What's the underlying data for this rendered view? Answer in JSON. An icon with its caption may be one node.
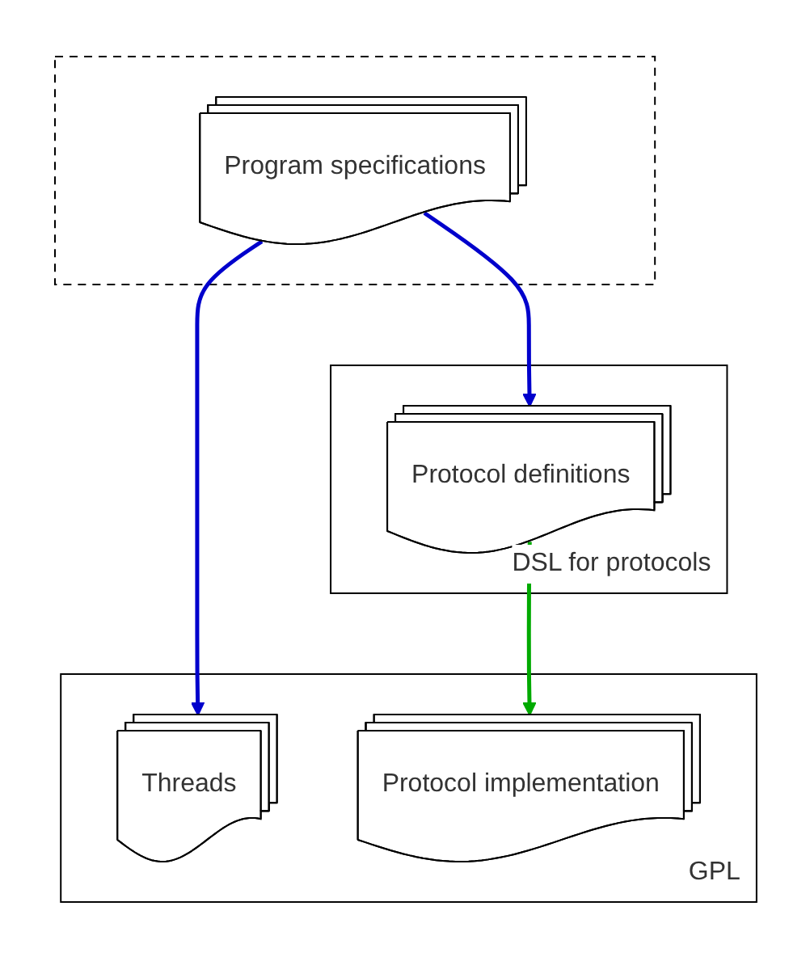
{
  "diagram": {
    "nodes": [
      {
        "text": [],
        "shape": "box"
      },
      {
        "text": [
          "Program specifications"
        ],
        "in": 0
      },
      {
        "text": [
          "DSL for protocols"
        ]
      },
      {
        "text": [
          "Protocol definitions"
        ],
        "in": 2
      },
      {
        "text": [
          "GPL"
        ]
      },
      {
        "text": [
          "Threads"
        ],
        "in": 4
      },
      {
        "text": [
          "Protocol implementation"
        ],
        "in": 4
      }
    ],
    "edges": [
      {
        "from": 1,
        "to": 3,
        "arrow": "to",
        "color": "#0000cc"
      },
      {
        "from": 1,
        "to": 5,
        "arrow": "to",
        "color": "#0000cc"
      },
      {
        "from": 3,
        "to": 6,
        "arrow": "to",
        "color": "#00aa00"
      }
    ]
  }
}
